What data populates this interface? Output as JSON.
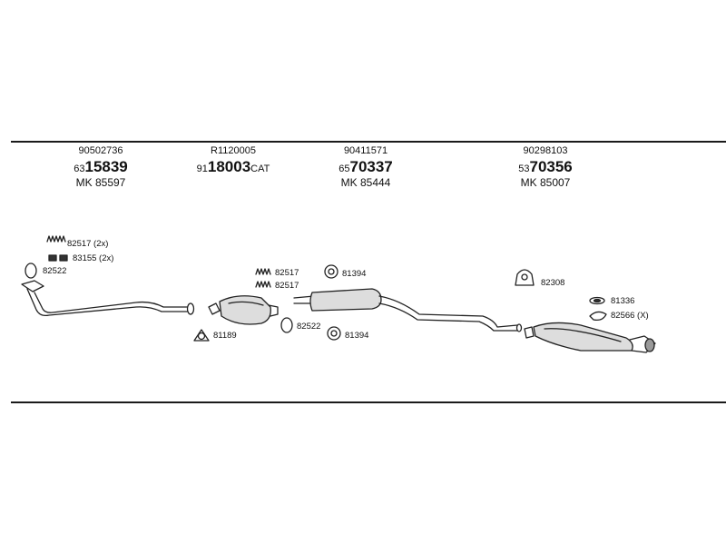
{
  "columns": [
    {
      "oem": "90502736",
      "prefix": "63",
      "bold": "15839",
      "suffix": "",
      "mk": "MK 85597"
    },
    {
      "oem": "R1120005",
      "prefix": "91",
      "bold": "18003",
      "suffix": "CAT",
      "mk": ""
    },
    {
      "oem": "90411571",
      "prefix": "65",
      "bold": "70337",
      "suffix": "",
      "mk": "MK 85444"
    },
    {
      "oem": "90298103",
      "prefix": "53",
      "bold": "70356",
      "suffix": "",
      "mk": "MK 85007"
    }
  ],
  "parts": {
    "p82517_2x": "82517 (2x)",
    "p83155_2x": "83155 (2x)",
    "p82522_a": "82522",
    "p81189": "81189",
    "p82517_b": "82517",
    "p82517_c": "82517",
    "p82522_b": "82522",
    "p81394_a": "81394",
    "p81394_b": "81394",
    "p82308": "82308",
    "p81336": "81336",
    "p82566": "82566 (X)"
  }
}
